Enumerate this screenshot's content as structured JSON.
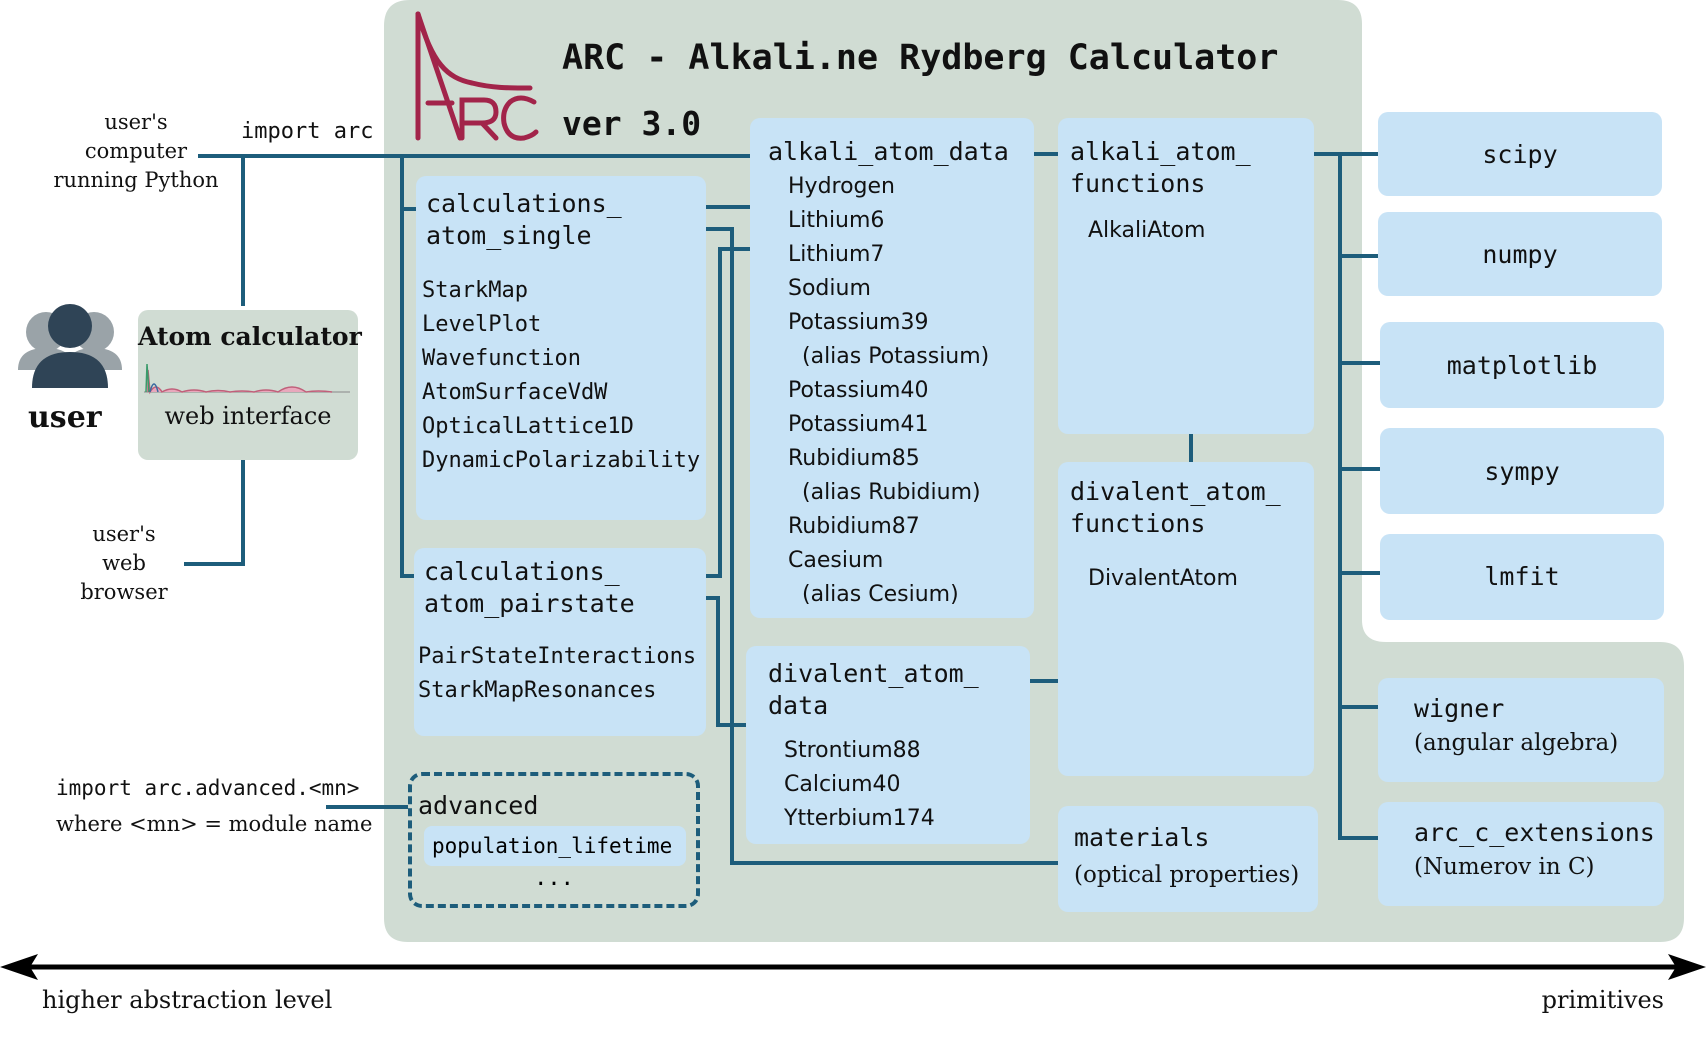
{
  "header": {
    "title": "ARC - Alkali.ne Rydberg Calculator",
    "version": "ver 3.0",
    "logo_text": "ARC"
  },
  "user": {
    "label": "user",
    "computer_label": [
      "user's",
      "computer",
      "running Python"
    ],
    "import_label": "import arc",
    "browser_label": [
      "user's",
      "web",
      "browser"
    ],
    "advanced_import": "import arc.advanced.<mn>",
    "advanced_where": "where <mn> = module name"
  },
  "web_calc": {
    "title": "Atom calculator",
    "subtitle": "web interface"
  },
  "modules": {
    "calc_single": {
      "title": "calculations_\natom_single",
      "items": [
        "StarkMap",
        "LevelPlot",
        "Wavefunction",
        "AtomSurfaceVdW",
        "OpticalLattice1D",
        "DynamicPolarizability"
      ]
    },
    "calc_pair": {
      "title": "calculations_\natom_pairstate",
      "items": [
        "PairStateInteractions",
        "StarkMapResonances"
      ]
    },
    "advanced": {
      "title": "advanced",
      "item": "population_lifetime",
      "more": "..."
    },
    "alkali_data": {
      "title": "alkali_atom_data",
      "items": [
        "Hydrogen",
        "Lithium6",
        "Lithium7",
        "Sodium",
        "Potassium39",
        "(alias Potassium)",
        "Potassium40",
        "Potassium41",
        "Rubidium85",
        "(alias Rubidium)",
        "Rubidium87",
        "Caesium",
        "(alias Cesium)"
      ]
    },
    "divalent_data": {
      "title": "divalent_atom_\ndata",
      "items": [
        "Strontium88",
        "Calcium40",
        "Ytterbium174"
      ]
    },
    "alkali_functions": {
      "title": "alkali_atom_\nfunctions",
      "item": "AlkaliAtom"
    },
    "divalent_functions": {
      "title": "divalent_atom_\nfunctions",
      "item": "DivalentAtom"
    },
    "materials": {
      "title": "materials",
      "subtitle": "(optical properties)"
    }
  },
  "primitives": [
    {
      "name": "scipy",
      "note": ""
    },
    {
      "name": "numpy",
      "note": ""
    },
    {
      "name": "matplotlib",
      "note": ""
    },
    {
      "name": "sympy",
      "note": ""
    },
    {
      "name": "lmfit",
      "note": ""
    },
    {
      "name": "wigner",
      "note": "(angular algebra)"
    },
    {
      "name": "arc_c_extensions",
      "note": "(Numerov in C)"
    }
  ],
  "axis": {
    "left_label": "higher abstraction level",
    "right_label": "primitives"
  },
  "colors": {
    "panel": "#d0dcd3",
    "module_box": "#c8e3f6",
    "line": "#1d5d7b",
    "logo": "#a2244a",
    "user_icon": "#2f4456"
  }
}
